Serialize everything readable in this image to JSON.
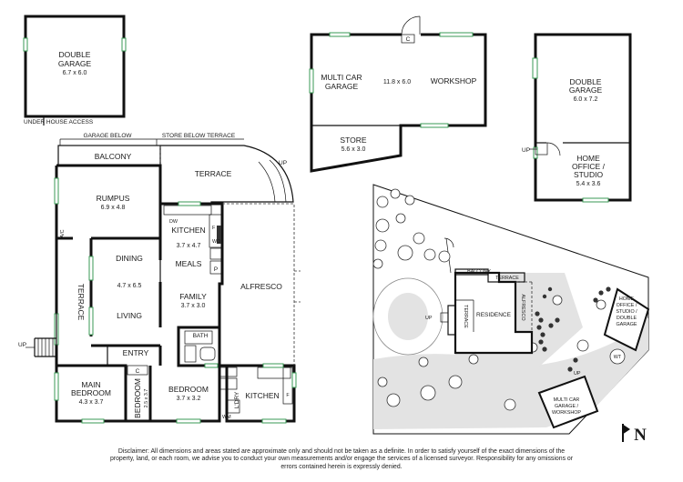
{
  "plans": {
    "garage_under": {
      "name_line1": "DOUBLE",
      "name_line2": "GARAGE",
      "size": "6.7 x 6.0",
      "access_label": "UNDER HOUSE ACCESS"
    },
    "workshop_building": {
      "multi_car_line1": "MULTI CAR",
      "multi_car_line2": "GARAGE",
      "size": "11.8 x 6.0",
      "workshop": "WORKSHOP",
      "store": "STORE",
      "store_size": "5.6 x 3.0",
      "cupboard": "C"
    },
    "studio_building": {
      "garage_line1": "DOUBLE",
      "garage_line2": "GARAGE",
      "garage_size": "6.0 x 7.2",
      "office_line1": "HOME",
      "office_line2": "OFFICE /",
      "office_line3": "STUDIO",
      "office_size": "5.4 x 3.6",
      "up": "UP"
    },
    "main_house": {
      "garage_below": "GARAGE BELOW",
      "store_below": "STORE BELOW TERRACE",
      "balcony": "BALCONY",
      "terrace": "TERRACE",
      "up_terrace": "UP",
      "rumpus": "RUMPUS",
      "rumpus_size": "6.9 x 4.8",
      "ac": "A/C",
      "kitchen": "KITCHEN",
      "kitchen_size": "3.7 x 4.7",
      "dw": "DW",
      "meals": "MEALS",
      "pantry": "P",
      "fridge": "F",
      "wo": "WO",
      "dining": "DINING",
      "dining_living_size": "4.7 x 6.5",
      "living": "LIVING",
      "family": "FAMILY",
      "family_size": "3.7 x 3.0",
      "alfresco": "ALFRESCO",
      "side_terrace": "TERRACE",
      "up_left": "UP",
      "entry": "ENTRY",
      "bath": "BATH",
      "main_bed_line1": "MAIN",
      "main_bed_line2": "BEDROOM",
      "main_bed_size": "4.3 x 3.7",
      "robe": "C",
      "bedroom_small": "BEDROOM",
      "bedroom_small_size": "2.5 x 3.7",
      "bedroom": "BEDROOM",
      "bedroom_size": "3.7 x 3.2",
      "lndry": "L'DRY",
      "wm": "WM",
      "kitchen2": "KITCHEN",
      "fridge2": "F"
    },
    "site_plan": {
      "balcony": "BALCONY",
      "terrace": "TERRACE",
      "residence": "RESIDENCE",
      "side_terrace": "TERRACE",
      "alfresco": "ALFRESCO",
      "up1": "UP",
      "up2": "UP",
      "studio_line1": "HOME",
      "studio_line2": "OFFICE /",
      "studio_line3": "STUDIO /",
      "studio_line4": "DOUBLE",
      "studio_line5": "GARAGE",
      "wt": "WT",
      "workshop_line1": "MULTI CAR",
      "workshop_line2": "GARAGE /",
      "workshop_line3": "WORKSHOP"
    }
  },
  "north_label": "N",
  "disclaimer": "Disclaimer: All dimensions and areas stated are approximate only and should not be taken as a definite. In order to satisfy yourself of the exact dimensions of the property, land, or each room, we advise you to conduct your own measurements and/or engage the services of a licensed surveyor. Responsibility for any omissions or errors contained herein is expressly denied.",
  "colors": {
    "wall": "#111111",
    "window": "#3a9a55",
    "ground": "#e3e3e3"
  }
}
